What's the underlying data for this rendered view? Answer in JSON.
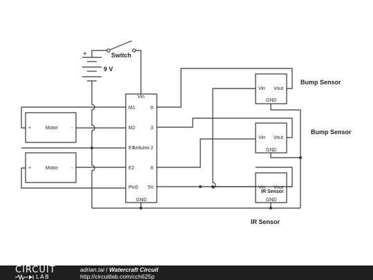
{
  "schematic": {
    "battery_plus": "+",
    "battery_label": "9 V",
    "switch_label": "Switch",
    "arduino": {
      "label": "Arduino",
      "pins_left": [
        "M1",
        "M2",
        "E1",
        "E2",
        "Pin5"
      ],
      "pins_right": [
        "8",
        "3",
        "2",
        "8",
        "5V"
      ],
      "pin_top": "Vin",
      "pin_bottom": "GND"
    },
    "motors": [
      {
        "label": "Motor",
        "plus": "+",
        "minus": "-"
      },
      {
        "label": "Motor",
        "plus": "+",
        "minus": "-"
      }
    ],
    "sensor_pins": {
      "vin": "Vin",
      "vout": "Vout",
      "gnd": "GND"
    },
    "sensor_labels": [
      "Bump Sensor",
      "Bump Sensor",
      "IR Sensor"
    ],
    "ir_inner_label": "IR Sensor"
  },
  "footer": {
    "logo_top": "CIRCUIT",
    "logo_bottom": "LAB",
    "author": "adrian.tai",
    "separator": " / ",
    "title": "Watercraft Circuit",
    "url": "http://circuitlab.com/cch625p"
  }
}
